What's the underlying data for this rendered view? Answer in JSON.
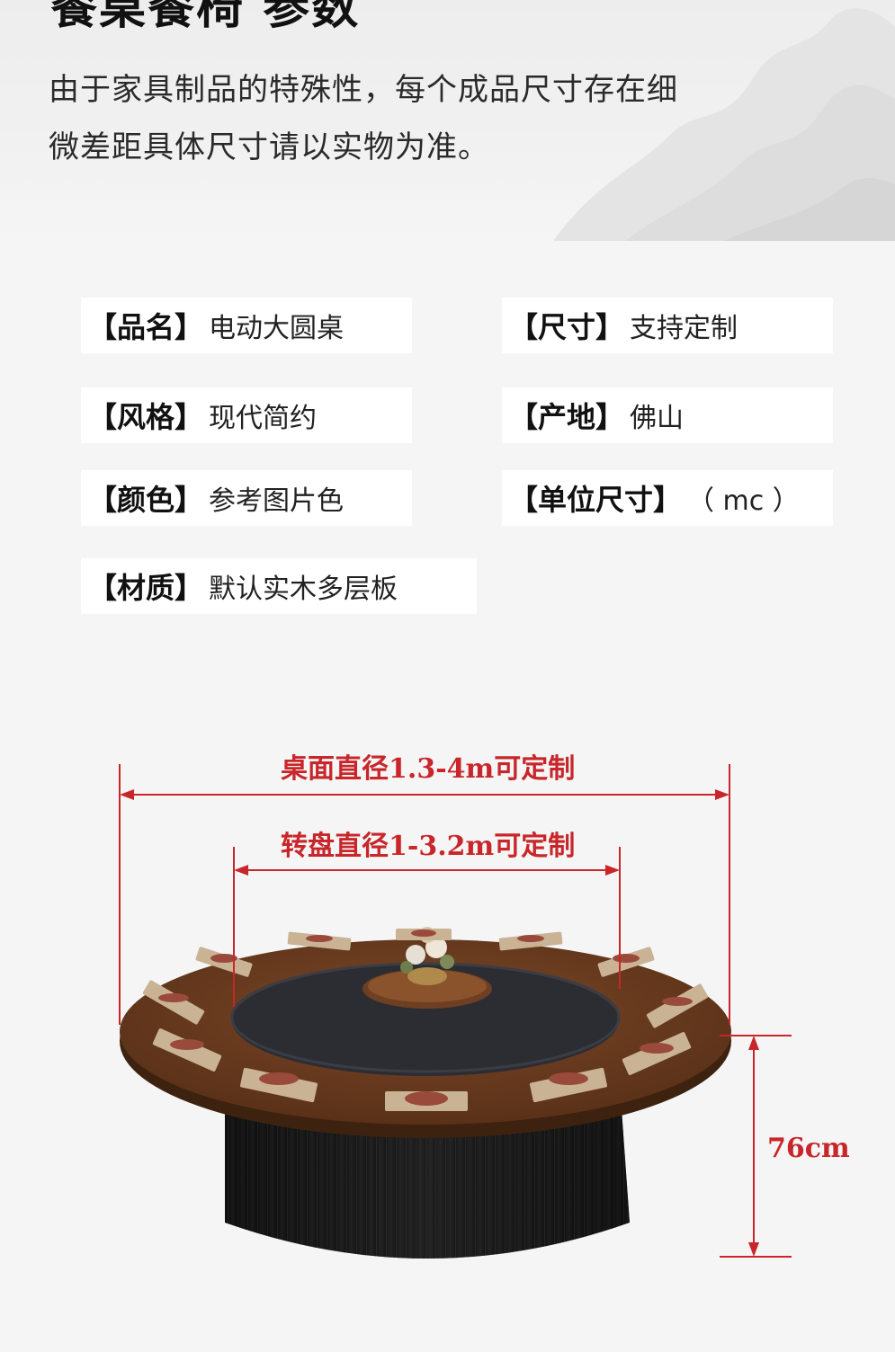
{
  "header": {
    "title": "餐桌餐椅 参数",
    "notice_line1": "由于家具制品的特殊性，每个成品尺寸存在细",
    "notice_line2": "微差距具体尺寸请以实物为准。"
  },
  "specs": [
    {
      "key": "【品名】",
      "value": "电动大圆桌"
    },
    {
      "key": "【尺寸】",
      "value": "支持定制"
    },
    {
      "key": "【风格】",
      "value": "现代简约"
    },
    {
      "key": "【产地】",
      "value": "佛山"
    },
    {
      "key": "【颜色】",
      "value": "参考图片色"
    },
    {
      "key": "【单位尺寸】",
      "value": "（ mc ）"
    },
    {
      "key": "【材质】",
      "value": "默认实木多层板"
    }
  ],
  "dimensions": {
    "table_diameter": "桌面直径1.3-4m可定制",
    "turntable_diameter": "转盘直径1-3.2m可定制",
    "height": "76cm"
  },
  "colors": {
    "accent": "#c8262a",
    "wood": "#6e3f22",
    "turntable": "#2b2d33",
    "base": "#151515"
  }
}
